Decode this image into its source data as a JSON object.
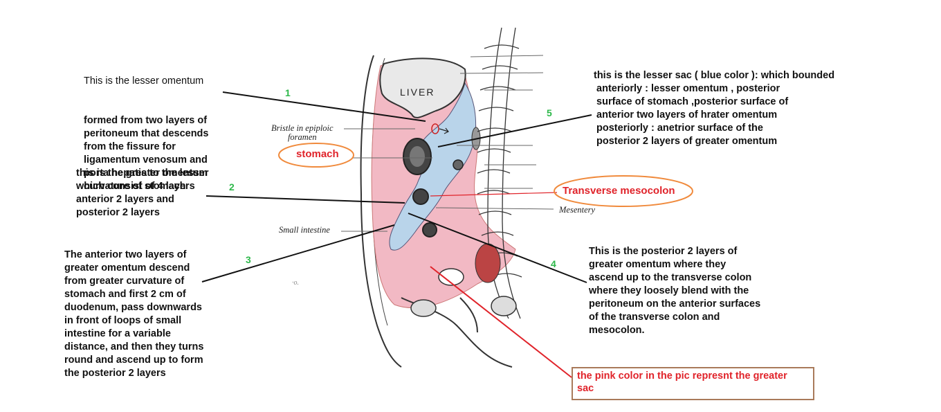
{
  "figure": {
    "liver_label": "LIVER",
    "bristle_label": "Bristle in epiploic\nforamen",
    "mesentery_label": "Mesentery",
    "small_intestine_label": "Small intestine",
    "stray_mark": "·o."
  },
  "numbers": [
    "1",
    "2",
    "3",
    "4",
    "5"
  ],
  "annotations": {
    "lesser_omentum": {
      "first_line": "This is the lesser omentum",
      "rest": "formed from two layers of\nperitoneum that descends\nfrom the fissure for\nligamentum venosum and\nporta hepatis to the lesser\ncurvature of stomach"
    },
    "greater_omentum": "this is the greater omentum\nwhich consist of 4 layers\nanterior 2 layers and\nposterior 2 layers",
    "anterior_layers": "The anterior two layers of\ngreater omentum descend\nfrom greater curvature of\nstomach and first 2 cm of\nduodenum, pass downwards\nin front of loops of small\nintestine for a variable\ndistance, and then they turns\nround and ascend up to form\nthe posterior 2 layers",
    "lesser_sac": "this is the lesser sac ( blue color ): which bounded\n anteriorly : lesser omentum , posterior\n surface of stomach ,posterior surface of\n anterior two layers of hrater omentum\n posteriorly : anetrior surface of the\n posterior 2 layers of greater omentum",
    "posterior_layers": "This is the posterior 2 layers of\ngreater omentum where they\nascend up to the transverse colon\nwhere they loosely blend with the\nperitoneum on the anterior surfaces\nof the transverse colon and\nmesocolon.",
    "stomach_oval": "stomach",
    "transverse_oval": "Transverse mesocolon",
    "greater_sac_box": "the pink color in the pic represnt the greater\nsac"
  },
  "colors": {
    "greater_sac_pink": "#f2b9c4",
    "lesser_sac_blue": "#b9d4ea",
    "oval_orange": "#f08a3c",
    "pointer_red": "#e0232a",
    "number_green": "#2db84a",
    "box_border": "#a97a5a"
  }
}
